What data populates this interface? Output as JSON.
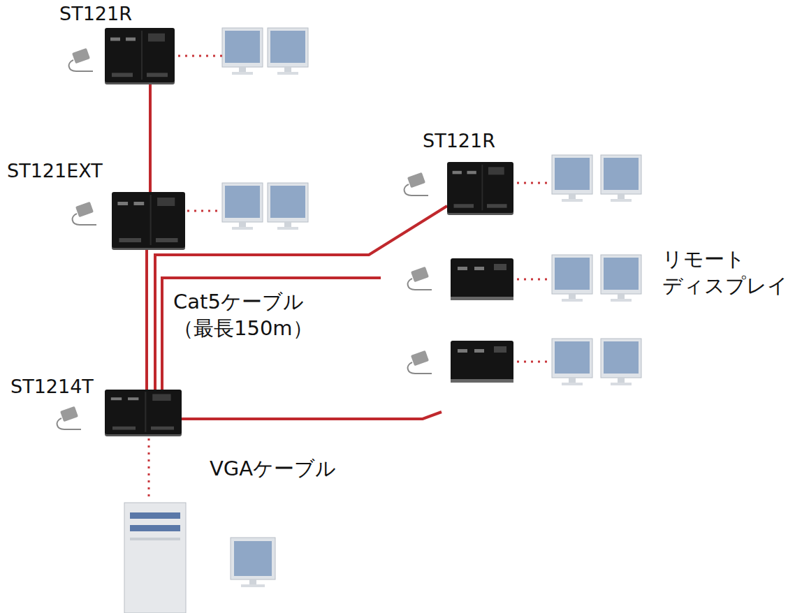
{
  "diagram": {
    "nodes": [
      {
        "text": [
          "ST121R"
        ]
      },
      {
        "text": [
          "ST121EXT"
        ]
      },
      {
        "text": [
          "ST121R"
        ]
      },
      {
        "text": [
          "ST1214T"
        ]
      }
    ],
    "edges": [
      {
        "from": 0,
        "to": 1,
        "arrow": "none"
      },
      {
        "from": 3,
        "to": 1,
        "arrow": "none"
      },
      {
        "from": 3,
        "to": 2,
        "arrow": "none"
      }
    ],
    "labels": [
      "Cat5ケーブル （最長150m）",
      "VGAケーブル",
      "リモート ディスプレイ"
    ]
  }
}
